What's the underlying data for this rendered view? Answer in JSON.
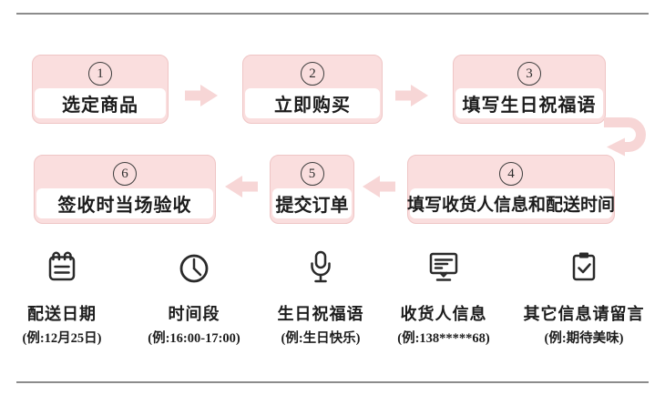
{
  "steps": [
    {
      "number": "1",
      "label": "选定商品"
    },
    {
      "number": "2",
      "label": "立即购买"
    },
    {
      "number": "3",
      "label": "填写生日祝福语"
    },
    {
      "number": "4",
      "label": "填写收货人信息和配送时间"
    },
    {
      "number": "5",
      "label": "提交订单"
    },
    {
      "number": "6",
      "label": "签收时当场验收"
    }
  ],
  "legend": [
    {
      "icon": "calendar-icon",
      "label": "配送日期",
      "example": "(例:12月25日)"
    },
    {
      "icon": "clock-icon",
      "label": "时间段",
      "example": "(例:16:00-17:00)"
    },
    {
      "icon": "microphone-icon",
      "label": "生日祝福语",
      "example": "(例:生日快乐)"
    },
    {
      "icon": "message-board-icon",
      "label": "收货人信息",
      "example": "(例:138*****68)"
    },
    {
      "icon": "clipboard-check-icon",
      "label": "其它信息请留言",
      "example": "(例:期待美味)"
    }
  ],
  "colors": {
    "box_fill": "#fadede",
    "box_border": "#efc5c5",
    "arrow": "#f7d6d6",
    "text": "#1c1c1c",
    "divider": "#8c8c8c"
  }
}
